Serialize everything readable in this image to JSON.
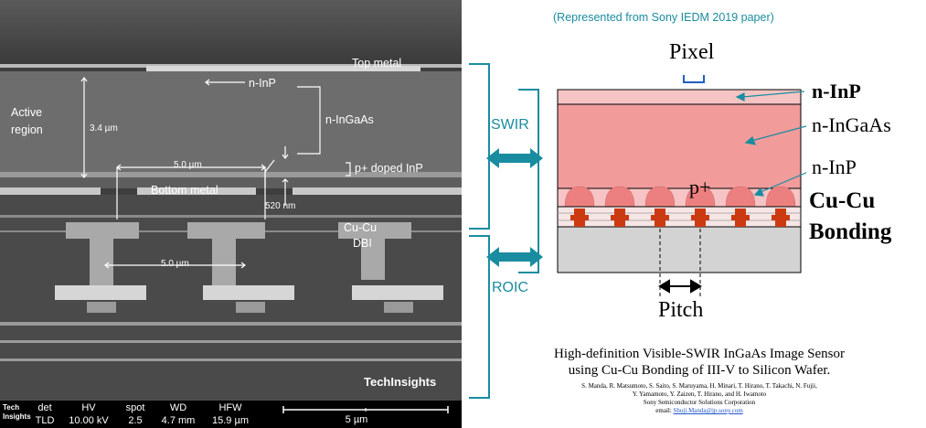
{
  "sem": {
    "labels": {
      "top_metal": "Top metal",
      "n_inp": "n-InP",
      "active_region": "Active\nregion",
      "thickness": "3.4 µm",
      "n_ingaas": "n-InGaAs",
      "pitch_top": "5.0 µm",
      "p_doped": "p+ doped InP",
      "bottom_metal": "Bottom metal",
      "depth": "520 nm",
      "cucu": "Cu-Cu",
      "dbi": "DBI",
      "pitch_bottom": "5.0 µm",
      "watermark": "TechInsights"
    },
    "info_bar": {
      "logo_line1": "Tech",
      "logo_line2": "Insights",
      "columns": [
        {
          "head": "det",
          "value": "TLD"
        },
        {
          "head": "HV",
          "value": "10.00 kV"
        },
        {
          "head": "spot",
          "value": "2.5"
        },
        {
          "head": "WD",
          "value": "4.7 mm"
        },
        {
          "head": "HFW",
          "value": "15.9 µm"
        }
      ],
      "scale": "5 µm"
    }
  },
  "diagram": {
    "source_note": "(Represented from Sony IEDM 2019 paper)",
    "pixel": "Pixel",
    "swir": "SWIR",
    "roic": "ROIC",
    "n_inp_top": "n-InP",
    "n_ingaas": "n-InGaAs",
    "n_inp_mid": "n-InP",
    "p_plus": "p+",
    "cucu": "Cu-Cu",
    "bonding": "Bonding",
    "pitch": "Pitch",
    "colors": {
      "teal": "#1a8ca0",
      "n_inp": "#f6c4c4",
      "n_ingaas": "#f19b9b",
      "silicon": "#d3d3d3"
    }
  },
  "paper": {
    "title_line1": "High-definition Visible-SWIR InGaAs Image Sensor",
    "title_line2": "using Cu-Cu Bonding of III-V to Silicon Wafer.",
    "authors_line1": "S. Manda, R. Matsumoto, S. Saito, S. Maruyama, H. Minari, T. Hirano, T. Takachi, N. Fujii,",
    "authors_line2": "Y. Yamamoto, Y. Zaizen, T. Hirano, and H. Iwamoto",
    "affiliation": "Sony Semiconductor Solutions Corporation",
    "email_label": "email:",
    "email": "Shuji.Manda@jp.sony.com"
  }
}
